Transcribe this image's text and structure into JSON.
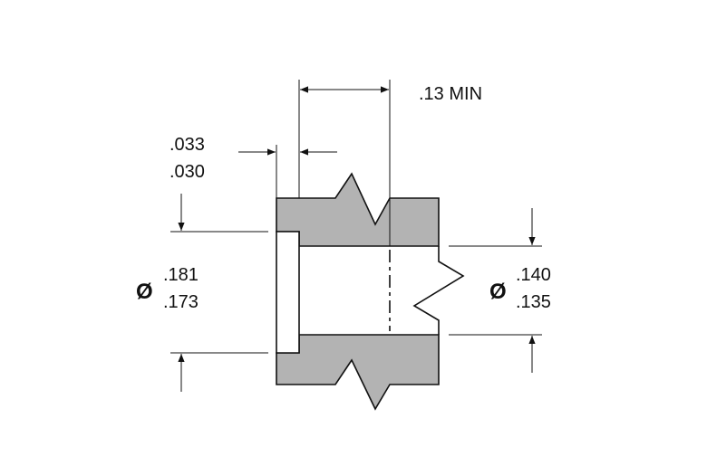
{
  "colors": {
    "section_fill": "#b3b3b3",
    "line": "#111111",
    "background": "#ffffff"
  },
  "dimensions": {
    "depth_min": ".13 MIN",
    "counterbore_depth": {
      "upper": ".033",
      "lower": ".030"
    },
    "counterbore_diameter": {
      "symbol": "Ø",
      "upper": ".181",
      "lower": ".173"
    },
    "bore_diameter": {
      "symbol": "Ø",
      "upper": ".140",
      "lower": ".135"
    }
  }
}
